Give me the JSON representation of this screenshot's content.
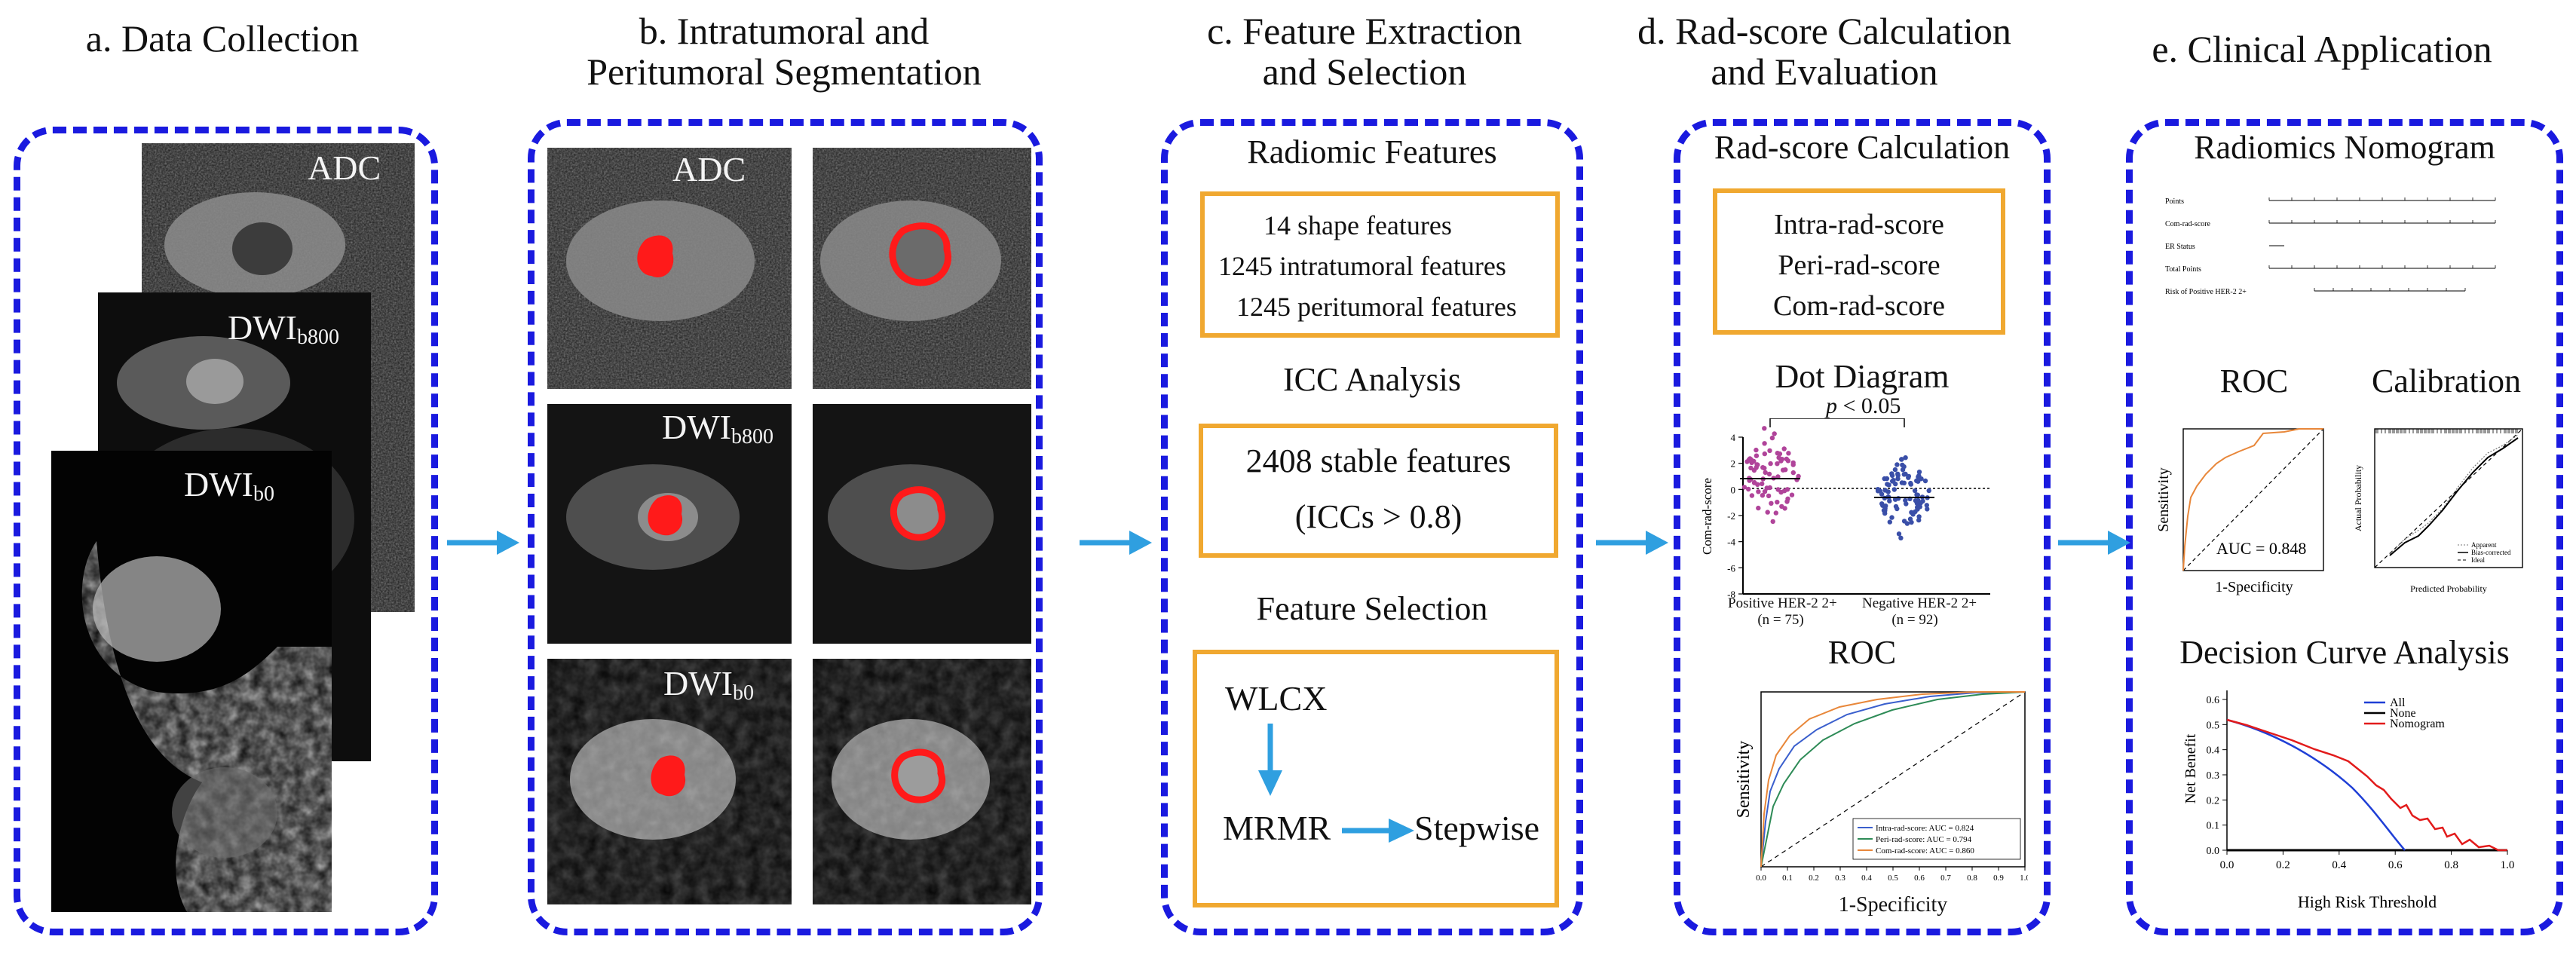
{
  "panels": {
    "a": {
      "title": "a. Data Collection",
      "labels": {
        "adc": "ADC",
        "dwi800": "DWI",
        "dwi800_sub": "b800",
        "dwi0": "DWI",
        "dwi0_sub": "b0"
      }
    },
    "b": {
      "title_line1": "b. Intratumoral and",
      "title_line2": "Peritumoral Segmentation",
      "labels": {
        "adc": "ADC",
        "dwi800": "DWI",
        "dwi800_sub": "b800",
        "dwi0": "DWI",
        "dwi0_sub": "b0"
      }
    },
    "c": {
      "title_line1": "c. Feature Extraction",
      "title_line2": "and Selection",
      "radiomic_heading": "Radiomic Features",
      "radiomic_items": [
        "14 shape features",
        "1245 intratumoral features",
        "1245 peritumoral features"
      ],
      "icc_heading": "ICC Analysis",
      "icc_line1": "2408 stable features",
      "icc_line2": "(ICCs > 0.8)",
      "selection_heading": "Feature Selection",
      "selection_steps": [
        "WLCX",
        "MRMR",
        "Stepwise"
      ]
    },
    "d": {
      "title_line1": "d. Rad-score Calculation",
      "title_line2": "and Evaluation",
      "calc_heading": "Rad-score Calculation",
      "scores": [
        "Intra-rad-score",
        "Peri-rad-score",
        "Com-rad-score"
      ],
      "dot_heading": "Dot Diagram",
      "dot_sig_p": "p",
      "dot_sig_rest": " < 0.05",
      "dot_ylabel": "Com-rad-score",
      "dot_groups": [
        "Positive HER-2 2+",
        "Negative HER-2 2+"
      ],
      "dot_groups_n": [
        "(n = 75)",
        "(n = 92)"
      ],
      "dot_yticks": [
        "4",
        "2",
        "0",
        "-2",
        "-4",
        "-6",
        "-8"
      ],
      "roc_heading": "ROC",
      "roc_xlabel": "1-Specificity",
      "roc_ylabel": "Sensitivity",
      "roc_legend": [
        "Intra-rad-score: AUC = 0.824",
        "Peri-rad-score: AUC = 0.794",
        "Com-rad-score: AUC = 0.860"
      ],
      "roc_ticks": [
        "0.0",
        "0.1",
        "0.2",
        "0.3",
        "0.4",
        "0.5",
        "0.6",
        "0.7",
        "0.8",
        "0.9",
        "1.0"
      ]
    },
    "e": {
      "title": "e. Clinical Application",
      "nomogram_heading": "Radiomics Nomogram",
      "nomogram_rows": [
        "Points",
        "Com-rad-score",
        "ER Status",
        "Total Points",
        "Risk of Positive HER-2 2+"
      ],
      "roc_heading": "ROC",
      "roc_auc": "AUC = 0.848",
      "roc_xlabel": "1-Specificity",
      "roc_ylabel": "Sensitivity",
      "cal_heading": "Calibration",
      "cal_xlabel": "Predicted Probability",
      "cal_ylabel": "Actual Probability",
      "cal_legend": [
        "Apparent",
        "Bias-corrected",
        "Ideal"
      ],
      "dca_heading": "Decision Curve Analysis",
      "dca_ylabel": "Net Benefit",
      "dca_xlabel": "High Risk Threshold",
      "dca_legend": [
        "All",
        "None",
        "Nomogram"
      ],
      "dca_yticks": [
        "0.6",
        "0.5",
        "0.4",
        "0.3",
        "0.2",
        "0.1",
        "0.0"
      ],
      "dca_xticks": [
        "0.0",
        "0.2",
        "0.4",
        "0.6",
        "0.8",
        "1.0"
      ]
    }
  },
  "colors": {
    "panel_border": "#1a1adf",
    "box_border": "#f0a830",
    "arrow": "#2f9fe0",
    "mask": "#ff1a1a",
    "dot_pos": "#b0449a",
    "dot_neg": "#3a4fa8",
    "roc_intra": "#3a5fcd",
    "roc_peri": "#2e8b57",
    "roc_com": "#e8873a",
    "dca_all": "#1f3fd6",
    "dca_nom": "#e21b1b"
  }
}
